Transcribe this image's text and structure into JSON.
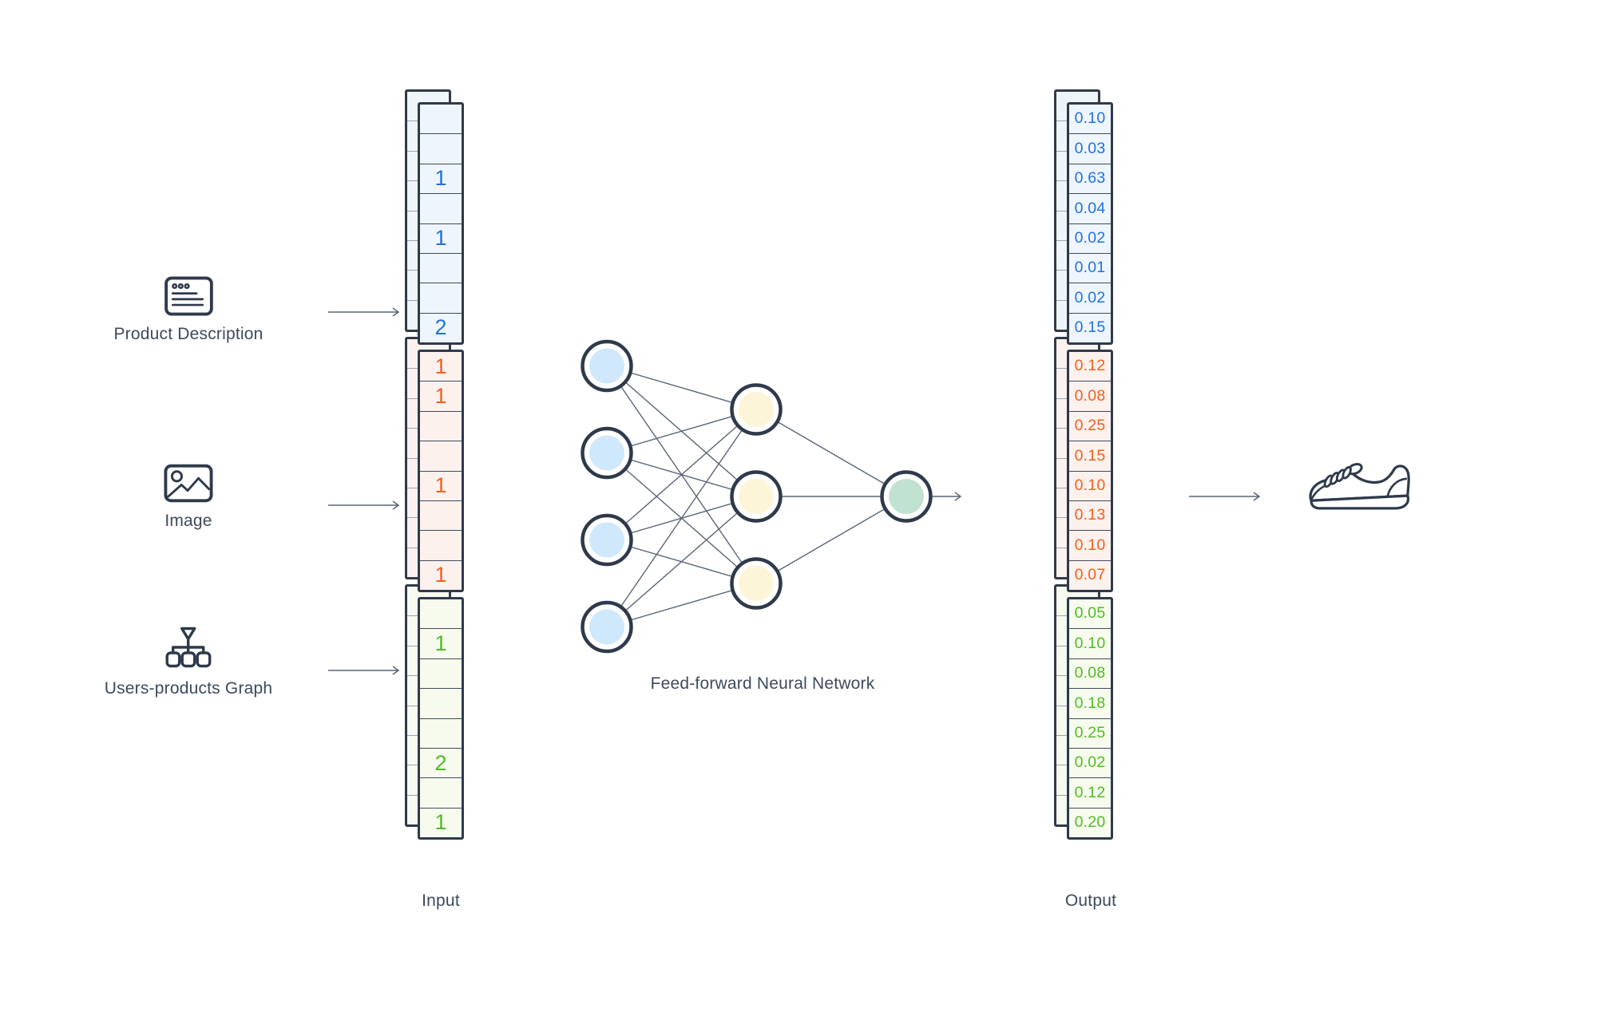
{
  "sources": [
    {
      "label": "Product Description",
      "icon": "document-icon"
    },
    {
      "label": "Image",
      "icon": "image-icon"
    },
    {
      "label": "Users-products Graph",
      "icon": "sitemap-icon"
    }
  ],
  "input_vector": {
    "label": "Input",
    "sections": [
      {
        "source": "product-description",
        "text_color": "#1f72e0",
        "bg": "#eff5fd",
        "values": [
          "",
          "",
          "1",
          "",
          "1",
          "",
          "",
          "2"
        ]
      },
      {
        "source": "image",
        "text_color": "#f0611f",
        "bg": "#fdf1ed",
        "values": [
          "1",
          "1",
          "",
          "",
          "1",
          "",
          "",
          "1"
        ]
      },
      {
        "source": "users-products-graph",
        "text_color": "#52bb25",
        "bg": "#f6fbed",
        "values": [
          "",
          "1",
          "",
          "",
          "",
          "2",
          "",
          "1"
        ]
      }
    ]
  },
  "network": {
    "label": "Feed-forward Neural Network",
    "node_border_color": "#2e3a4b",
    "edge_color": "#5a6577",
    "layers": [
      {
        "name": "input-layer",
        "count": 4,
        "fill": "#cfe8fb"
      },
      {
        "name": "hidden-layer",
        "count": 3,
        "fill": "#fdf5d8"
      },
      {
        "name": "output-layer",
        "count": 1,
        "fill": "#bfe2d1"
      }
    ]
  },
  "output_vector": {
    "label": "Output",
    "sections": [
      {
        "text_color": "#1f72e0",
        "bg": "#eff5fd",
        "values": [
          "0.10",
          "0.03",
          "0.63",
          "0.04",
          "0.02",
          "0.01",
          "0.02",
          "0.15"
        ]
      },
      {
        "text_color": "#f0611f",
        "bg": "#fdf1ed",
        "values": [
          "0.12",
          "0.08",
          "0.25",
          "0.15",
          "0.10",
          "0.13",
          "0.10",
          "0.07"
        ]
      },
      {
        "text_color": "#52bb25",
        "bg": "#f6fbed",
        "values": [
          "0.05",
          "0.10",
          "0.08",
          "0.18",
          "0.25",
          "0.02",
          "0.12",
          "0.20"
        ]
      }
    ]
  },
  "result": {
    "icon": "sneaker-icon"
  }
}
